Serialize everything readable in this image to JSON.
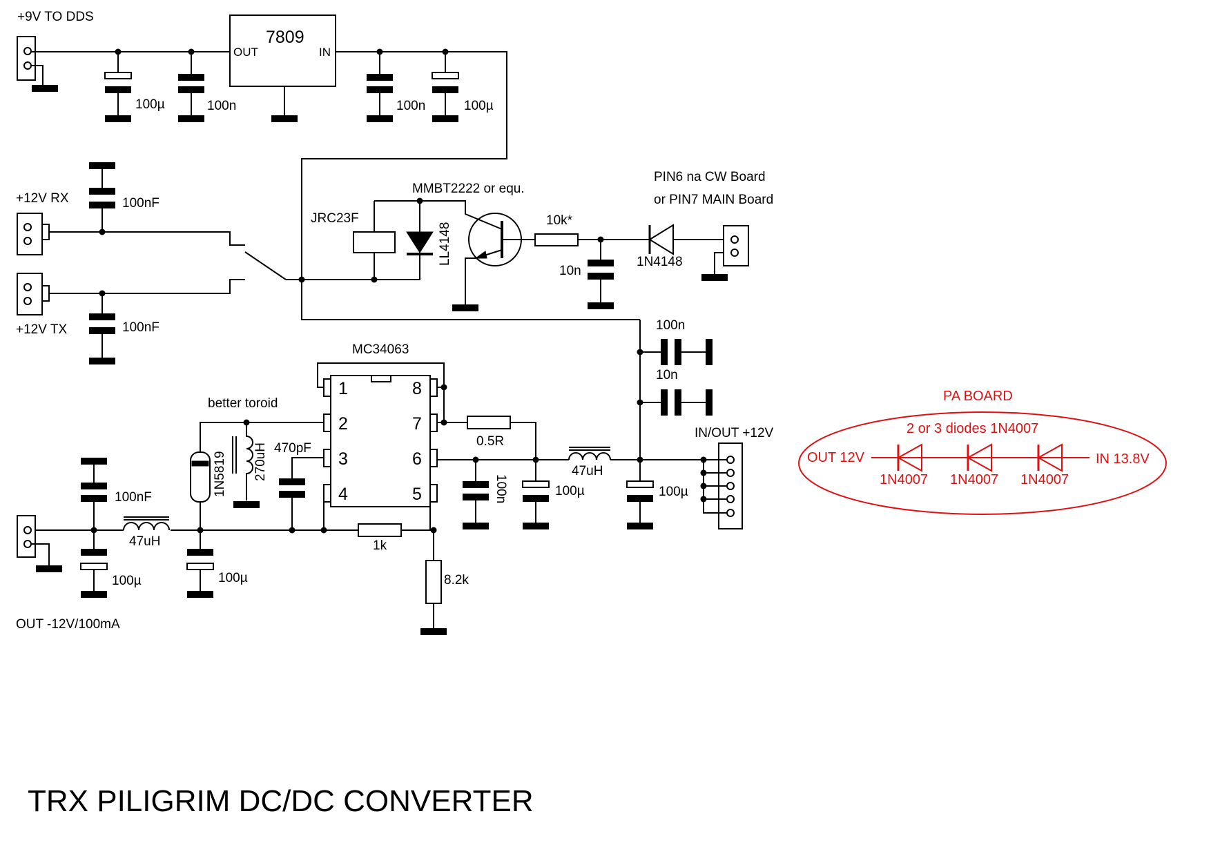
{
  "title": "TRX PILIGRIM DC/DC CONVERTER",
  "top_section": {
    "output_label": "+9V TO DDS",
    "regulator": "7809",
    "regulator_out_pin": "OUT",
    "regulator_in_pin": "IN",
    "c1": "100µ",
    "c2": "100n",
    "c3": "100n",
    "c4": "100µ"
  },
  "switch_section": {
    "rx_label": "+12V RX",
    "tx_label": "+12V TX",
    "c_rx": "100nF",
    "c_tx": "100nF",
    "relay": "JRC23F",
    "relay_diode": "LL4148",
    "transistor": "MMBT2222 or equ.",
    "resistor": "10k*",
    "capacitor": "10n",
    "diode": "1N4148",
    "control_label_1": "PIN6 na CW Board",
    "control_label_2": "or PIN7 MAIN Board"
  },
  "converter_section": {
    "ic": "MC34063",
    "pins": [
      "1",
      "2",
      "3",
      "4",
      "5",
      "6",
      "7",
      "8"
    ],
    "toroid_note": "better toroid",
    "inductor_main": "270uH",
    "schottky": "1N5819",
    "timing_cap": "470pF",
    "sense_resistor": "0.5R",
    "in_cap_1": "100n",
    "in_cap_2": "100µ",
    "in_choke": "47uH",
    "in_cap_3": "100µ",
    "bypass_1": "100n",
    "bypass_2": "10n",
    "in_out_label": "IN/OUT +12V",
    "feedback_r1": "1k",
    "feedback_r2": "8.2k",
    "out_cap_1": "100nF",
    "out_cap_2": "100µ",
    "out_choke": "47uH",
    "out_cap_3": "100µ",
    "out_label": "OUT -12V/100mA"
  },
  "pa_board": {
    "title": "PA BOARD",
    "note": "2 or 3 diodes 1N4007",
    "left_label": "OUT 12V",
    "right_label": "IN 13.8V",
    "diodes": [
      "1N4007",
      "1N4007",
      "1N4007"
    ]
  },
  "colors": {
    "ink": "#000000",
    "pa_board_red": "#e01010",
    "background": "#ffffff"
  }
}
